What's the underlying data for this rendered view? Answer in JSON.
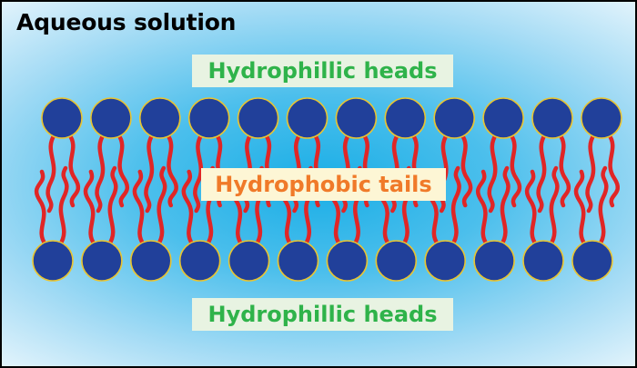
{
  "title": "Aqueous solution",
  "labels": {
    "top_heads": "Hydrophillic heads",
    "tails": "Hydrophobic tails",
    "bottom_heads": "Hydrophillic heads"
  },
  "colors": {
    "head_fill": "#21409a",
    "head_stroke": "#e8c431",
    "tail": "#e02626",
    "heads_text": "#2fb34a",
    "heads_bg": "#e8f3e2",
    "tails_text": "#f07a29",
    "tails_bg": "#fdf6d5",
    "water": "#1aaee6"
  },
  "bilayer": {
    "top_leaflet_count": 12,
    "bottom_leaflet_count": 12
  }
}
